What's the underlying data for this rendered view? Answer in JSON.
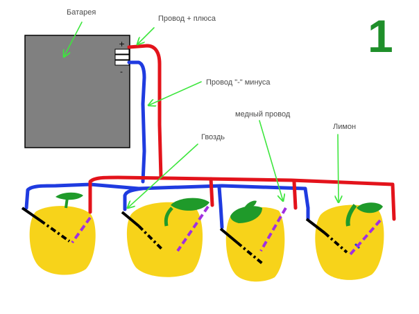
{
  "labels": {
    "battery": "Батарея",
    "wire_plus": "Провод + плюса",
    "wire_minus": "Провод \"-\" минуса",
    "copper_wire": "медный провод",
    "nail": "Гвоздь",
    "lemon": "Лимон",
    "figure_number": "1"
  },
  "battery": {
    "plus_sign": "+",
    "minus_sign": "-"
  },
  "colors": {
    "battery_body": "#808080",
    "wire_plus": "#e3131b",
    "wire_minus": "#1f3be0",
    "annotation_arrow": "#3ee63e",
    "figure_number": "#1f8f2a",
    "lemon": "#f7d31a",
    "leaf": "#1f9a2a",
    "copper": "#a030e0"
  }
}
